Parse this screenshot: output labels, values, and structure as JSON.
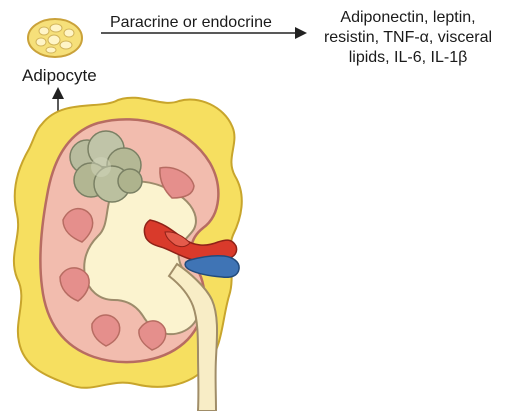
{
  "labels": {
    "adipocyte": "Adipocyte",
    "pathway": "Paracrine or endocrine",
    "products": [
      "Adiponectin, leptin,",
      "resistin, TNF-α, visceral",
      "lipids, IL-6, IL-1β"
    ]
  },
  "colors": {
    "fat": "#f7df5c",
    "fat_outline": "#c9a82a",
    "kidney_cortex": "#f0b7ad",
    "kidney_outline": "#b26a5f",
    "pyramid": "#e58d8a",
    "pelvis": "#fbf3cf",
    "artery": "#d93a2b",
    "vein": "#3f74b5",
    "adipocyte_cluster": "#b9bda0",
    "arrow": "#222222"
  }
}
